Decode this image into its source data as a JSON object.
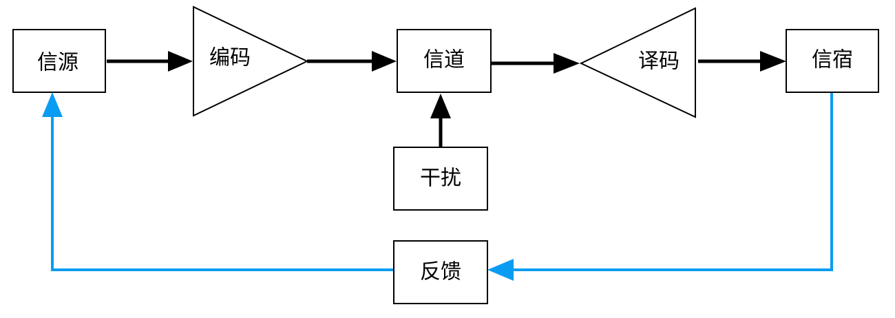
{
  "colors": {
    "main_flow": "#000000",
    "feedback_flow": "#0a9cf2"
  },
  "nodes": {
    "source": "信源",
    "encoder": "编码",
    "channel": "信道",
    "decoder": "译码",
    "sink": "信宿",
    "noise": "干扰",
    "feedback": "反馈"
  }
}
